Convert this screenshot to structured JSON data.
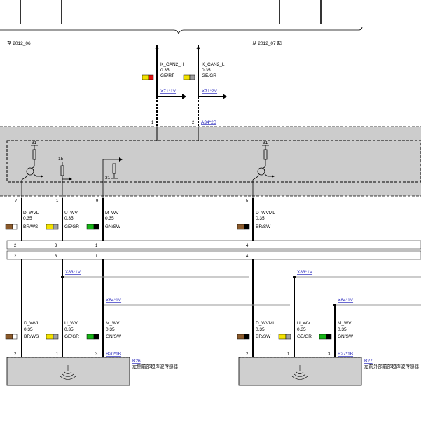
{
  "header": {
    "left_caption": "至 2012_06",
    "right_caption": "从 2012_07 起"
  },
  "can_bus": {
    "high": {
      "name": "K_CAN2_H",
      "size": "0.35",
      "color_code": "GE/RT",
      "link": "X71*1V",
      "pin": "1"
    },
    "low": {
      "name": "K_CAN2_L",
      "size": "0.35",
      "color_code": "GE/GR",
      "link": "X71*2V",
      "pin": "2"
    },
    "module_connector": "A34*2B"
  },
  "module_internal": {
    "ground_label_1": "31",
    "supply_label": "15",
    "ground_label_2": "31",
    "ground_label_3": "31"
  },
  "module_pins": {
    "p1": "7",
    "p2": "1",
    "p3": "9",
    "p4": "5"
  },
  "upper_wires": {
    "w1": {
      "name": "D_WVL",
      "size": "0.35",
      "color_code": "BR/WS"
    },
    "w2": {
      "name": "U_WV",
      "size": "0.35",
      "color_code": "GE/GR"
    },
    "w3": {
      "name": "M_WV",
      "size": "0.35",
      "color_code": "GN/SW"
    },
    "w4": {
      "name": "D_WVML",
      "size": "0.35",
      "color_code": "BR/SW"
    }
  },
  "connector_rows": {
    "row1": {
      "a": "2",
      "b": "3",
      "c": "1",
      "d": "4"
    },
    "row2": {
      "a": "2",
      "b": "3",
      "c": "1",
      "d": "4"
    }
  },
  "splices": {
    "left_u": "X83*1V",
    "left_m": "X84*1V",
    "right_u": "X83*1V",
    "right_m": "X84*1V"
  },
  "lower_wires": {
    "l1": {
      "name": "D_WVL",
      "size": "0.35",
      "color_code": "BR/WS"
    },
    "l2": {
      "name": "U_WV",
      "size": "0.35",
      "color_code": "GE/GR"
    },
    "l3": {
      "name": "M_WV",
      "size": "0.35",
      "color_code": "GN/SW"
    },
    "r1": {
      "name": "D_WVML",
      "size": "0.35",
      "color_code": "BR/SW"
    },
    "r2": {
      "name": "U_WV",
      "size": "0.35",
      "color_code": "GE/GR"
    },
    "r3": {
      "name": "M_WV",
      "size": "0.35",
      "color_code": "GN/SW"
    }
  },
  "sensors": {
    "left": {
      "pin_a": "2",
      "pin_b": "1",
      "pin_c": "3",
      "connector": "B20*1B",
      "id": "B26",
      "description": "左侧前部超声波传感器"
    },
    "right": {
      "pin_a": "2",
      "pin_b": "1",
      "pin_c": "3",
      "connector": "B27*1B",
      "id": "B27",
      "description": "左前外部前部超声波传感器"
    }
  },
  "colors": {
    "module_fill": "#cccccc",
    "sensor_fill": "#cfcfcf",
    "link_text": "#1a1ab8",
    "brown": "#8b5a2b",
    "yellow": "#f2e200",
    "red": "#e01010",
    "green": "#16b316",
    "gray": "#a0a0a0",
    "black": "#000000",
    "white": "#ffffff"
  }
}
